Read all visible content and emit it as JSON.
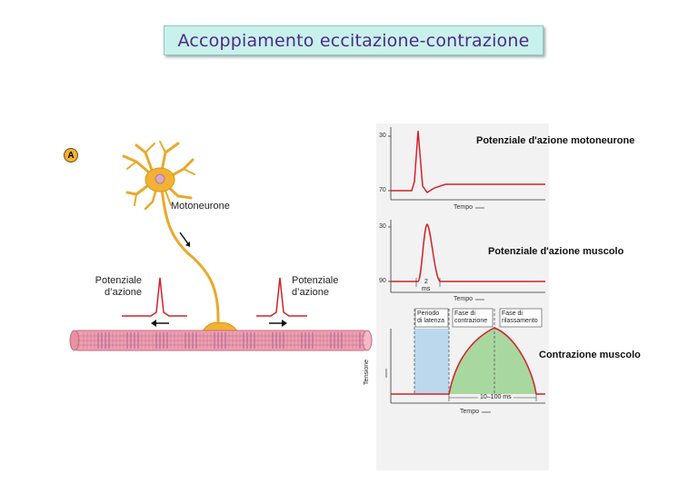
{
  "title": "Accoppiamento eccitazione-contrazione",
  "panel_label": "A",
  "left": {
    "motoneurone_label": "Motoneurone",
    "potential_left": [
      "Potenziale",
      "d’azione"
    ],
    "potential_right": [
      "Potenziale",
      "d’azione"
    ]
  },
  "graphs": {
    "motoneuron": {
      "title": "Potenziale d'azione motoneurone",
      "y_ticks": [
        "30",
        "70"
      ],
      "x_label": "Tempo"
    },
    "muscle": {
      "title": "Potenziale d'azione muscolo",
      "y_ticks": [
        "30",
        "90"
      ],
      "x_label": "Tempo",
      "duration_label": [
        "2",
        "ms"
      ]
    },
    "contraction": {
      "title": "Contrazione muscolo",
      "phases": [
        [
          "Periodo",
          "di latenza"
        ],
        [
          "Fase di",
          "contrazione"
        ],
        [
          "Fase di",
          "rilassamento"
        ]
      ],
      "y_label": "Tensione",
      "x_label": "Tempo",
      "duration_label": "10–100 ms"
    }
  },
  "colors": {
    "title_bg": "#c9f1ec",
    "title_text": "#4b2a8a",
    "trace": "#d3202a",
    "neuron": "#f2b233",
    "muscle": "#e98ea0",
    "latency": "#bcd8ec",
    "contraction_fill": "#a8d8a0"
  }
}
